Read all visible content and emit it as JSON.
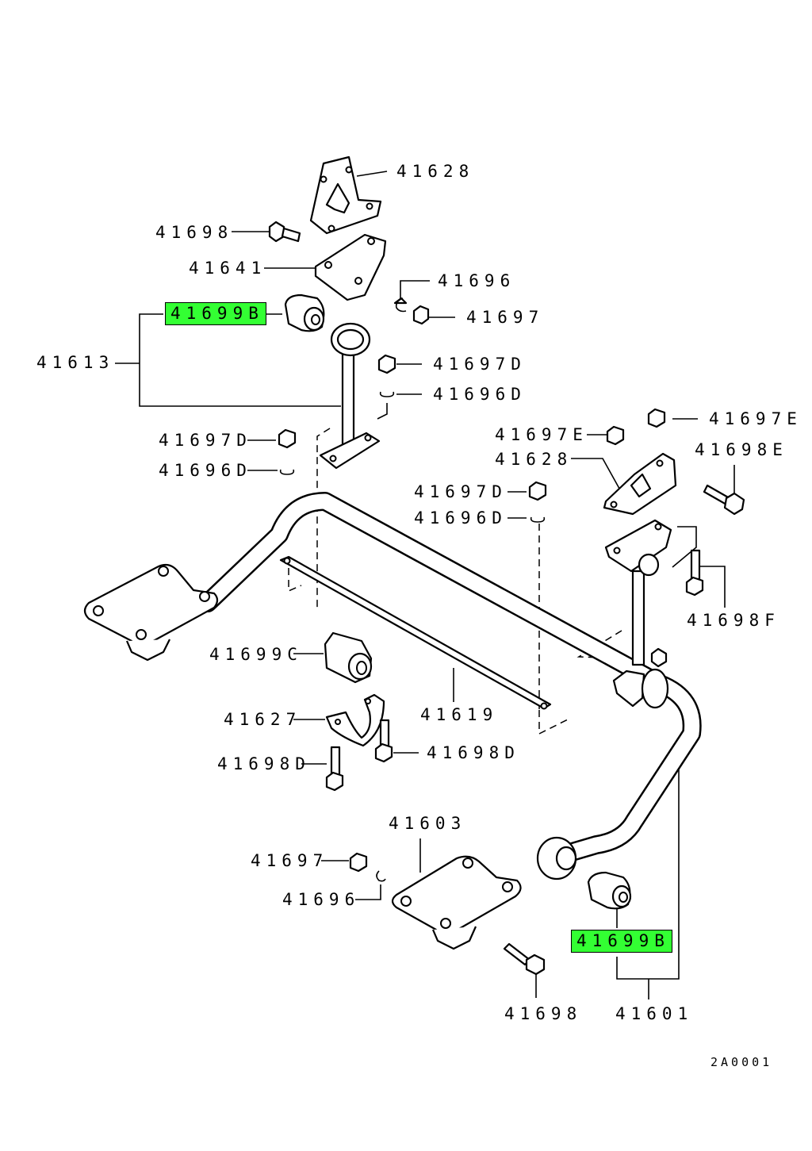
{
  "diagram_code": "2A0001",
  "accent_color": "#33ff33",
  "parts": {
    "p41628_top": "41628",
    "p41698_top": "41698",
    "p41641": "41641",
    "p41696_top": "41696",
    "p41699b_top": "41699B",
    "p41697_top": "41697",
    "p41613": "41613",
    "p41697d_a": "41697D",
    "p41696d_a": "41696D",
    "p41697e_right": "41697E",
    "p41697d_left": "41697D",
    "p41697e_mid": "41697E",
    "p41698e": "41698E",
    "p41696d_left": "41696D",
    "p41628_mid": "41628",
    "p41697d_mid": "41697D",
    "p41696d_mid": "41696D",
    "p41698f": "41698F",
    "p41699c": "41699C",
    "p41627": "41627",
    "p41619": "41619",
    "p41698d_right": "41698D",
    "p41698d_left": "41698D",
    "p41603": "41603",
    "p41697_bottom": "41697",
    "p41696_bottom": "41696",
    "p41699b_bottom": "41699B",
    "p41698_bottom": "41698",
    "p41601": "41601"
  },
  "highlighted_parts": [
    "41699B"
  ]
}
